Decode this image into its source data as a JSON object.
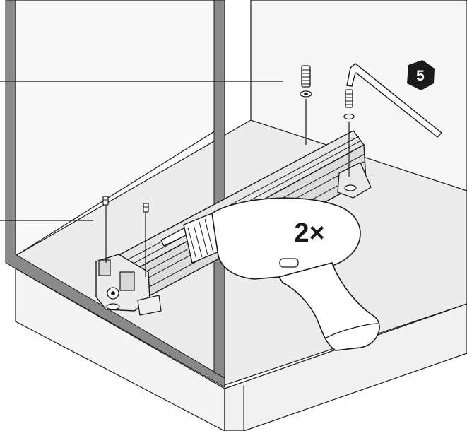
{
  "step": {
    "number": "5"
  },
  "drill": {
    "repeat_label": "2×"
  },
  "colors": {
    "line": "#1a1a1a",
    "cabinet_edge": "#6b6b6b",
    "cabinet_fill": "#f4f4f4",
    "floor_fill": "#ececec",
    "badge_fill": "#1a1a1a",
    "badge_text": "#ffffff"
  },
  "icons": {
    "step_badge": "hexagon-badge",
    "tool": "cordless-drill-icon",
    "key": "hex-key-icon"
  }
}
